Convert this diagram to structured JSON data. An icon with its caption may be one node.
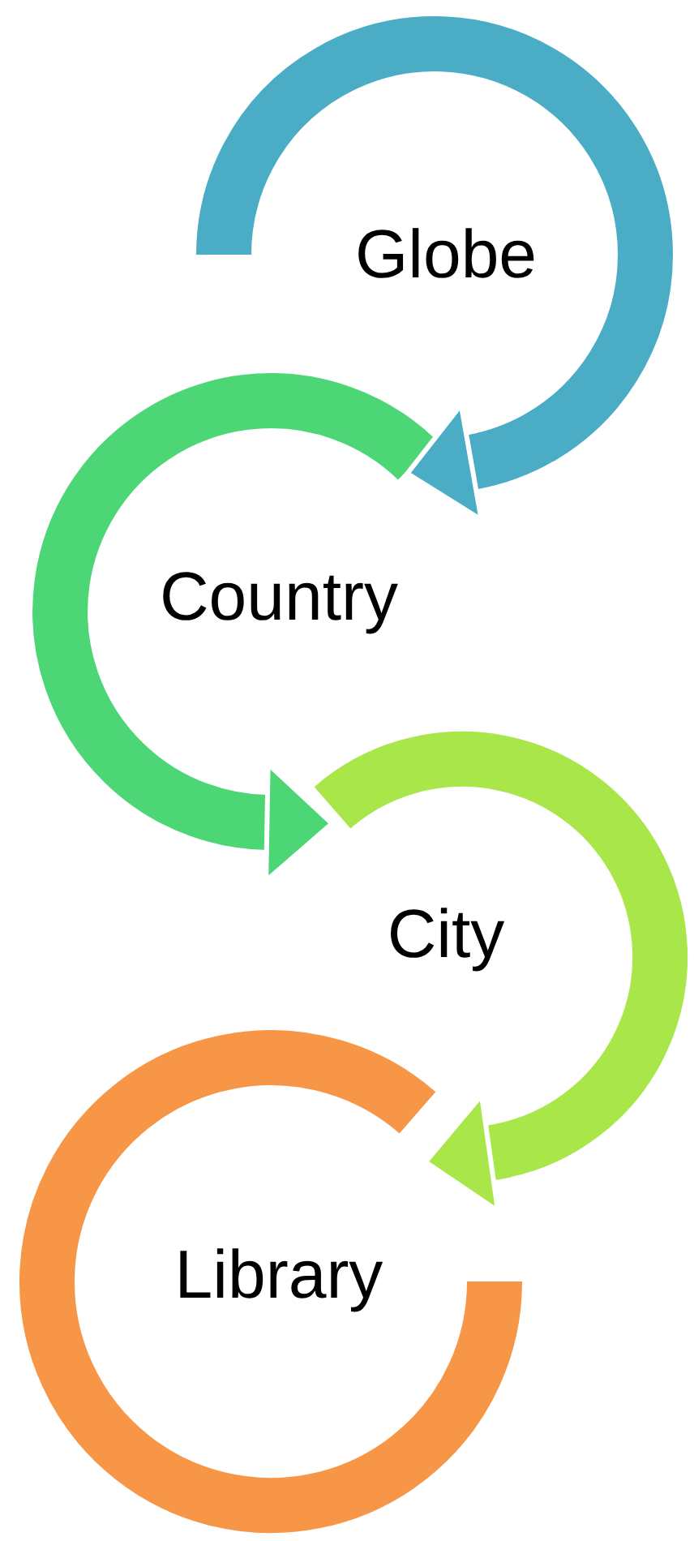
{
  "diagram": {
    "nodes": [
      {
        "text": [
          "Globe"
        ]
      },
      {
        "text": [
          "Country"
        ]
      },
      {
        "text": [
          "City"
        ]
      },
      {
        "text": [
          "Library"
        ]
      }
    ],
    "edges": [
      {
        "from": 0,
        "to": 1,
        "arrow": "to",
        "color": "#4bacc6"
      },
      {
        "from": 1,
        "to": 2,
        "arrow": "to",
        "color": "#4cd675"
      },
      {
        "from": 2,
        "to": 3,
        "arrow": "to",
        "color": "#a9e64a"
      }
    ]
  }
}
